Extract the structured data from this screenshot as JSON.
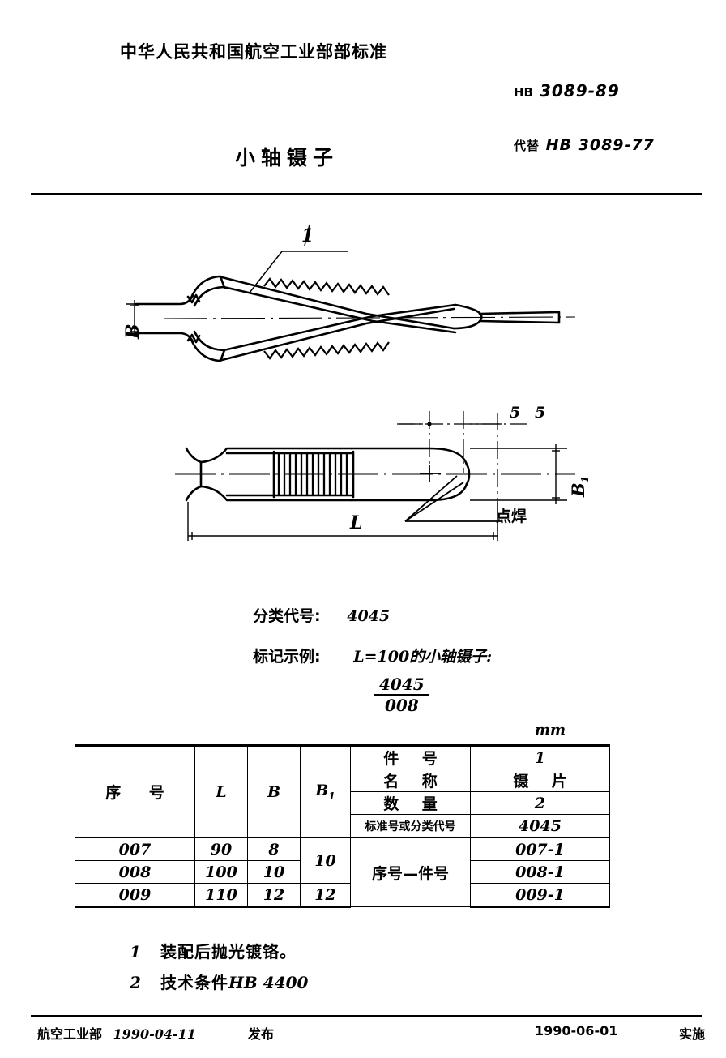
{
  "header": {
    "ministry_title": "中华人民共和国航空工业部部标准",
    "standard_prefix": "HB",
    "standard_number": "3089-89",
    "replaces_label": "代替",
    "replaces_number": "HB 3089-77",
    "document_title": "小轴镊子"
  },
  "drawing": {
    "top_view": {
      "item_callout": "1",
      "width_label": "B"
    },
    "side_view": {
      "length_label": "L",
      "height_label": "B",
      "height_label_sub": "1",
      "dim_5_left": "5",
      "dim_5_right": "5",
      "weld_note": "点焊"
    }
  },
  "spec": {
    "class_code_label": "分类代号:",
    "class_code_value": "4045",
    "marking_label": "标记示例:",
    "marking_example": "L=100的小轴镊子:",
    "marking_numerator": "4045",
    "marking_denominator": "008"
  },
  "table": {
    "unit": "mm",
    "left_headers": [
      "序   号",
      "L",
      "B",
      "B1"
    ],
    "rows": [
      {
        "seq": "007",
        "L": "90",
        "B": "8",
        "B1": "10",
        "part_no": "007-1"
      },
      {
        "seq": "008",
        "L": "100",
        "B": "10",
        "B1": "",
        "part_no": "008-1"
      },
      {
        "seq": "009",
        "L": "110",
        "B": "12",
        "B1": "12",
        "part_no": "009-1"
      }
    ],
    "right_rows": [
      {
        "label": "件   号",
        "value": "1"
      },
      {
        "label": "名   称",
        "value": "镊   片"
      },
      {
        "label": "数   量",
        "value": "2"
      },
      {
        "label": "标准号或分类代号",
        "value": "4045"
      }
    ],
    "part_group_label": "序号—件号"
  },
  "notes": [
    {
      "num": "1",
      "text": "装配后抛光镀铬。"
    },
    {
      "num": "2",
      "text": "技术条件",
      "ref": "HB 4400"
    }
  ],
  "footer": {
    "issuer": "航空工业部",
    "issue_date": "1990-04-11",
    "issue_word": "发布",
    "effective_date": "1990-06-01",
    "effective_word": "实施"
  }
}
